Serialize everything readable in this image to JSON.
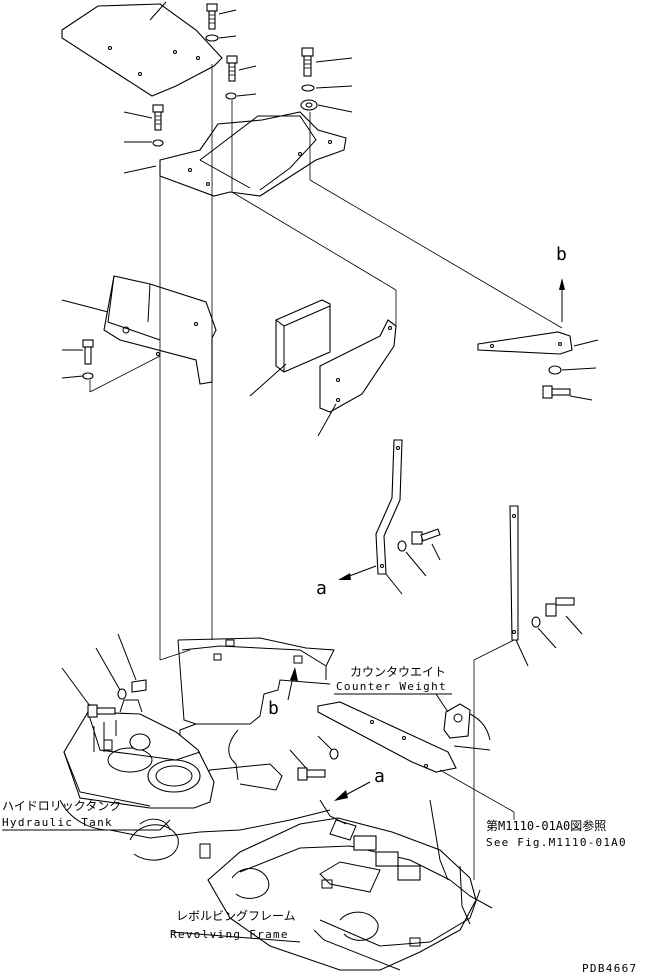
{
  "labels": {
    "hydraulic_tank_jp": "ハイドロリックタンク",
    "hydraulic_tank_en": "Hydraulic Tank",
    "counter_weight_jp": "カウンタウエイト",
    "counter_weight_en": "Counter Weight",
    "revolving_frame_jp": "レボルビングフレーム",
    "revolving_frame_en": "Revolving Frame",
    "see_fig_jp": "第M1110-01A0図参照",
    "see_fig_en": "See Fig.M1110-01A0",
    "ref_a_upper": "a",
    "ref_a_lower": "a",
    "ref_b_upper": "b",
    "ref_b_lower": "b",
    "drawing_number": "PDB4667"
  }
}
